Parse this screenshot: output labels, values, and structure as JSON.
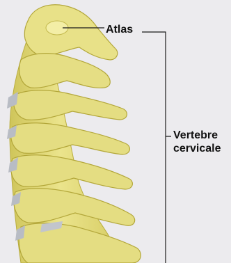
{
  "labels": {
    "atlas": "Atlas",
    "cervical_line1": "Vertebre",
    "cervical_line2": "cervicale"
  },
  "colors": {
    "background": "#ecebee",
    "bone_fill": "#e3dc78",
    "bone_light": "#f2ec9e",
    "bone_shadow": "#b9ad3e",
    "disc": "#b8bcc4",
    "leader_line": "#1a1a1a"
  }
}
